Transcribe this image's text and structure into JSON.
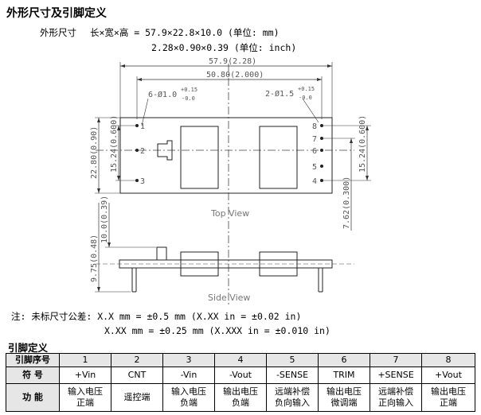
{
  "heading": "外形尺寸及引脚定义",
  "dimensions": {
    "label": "外形尺寸",
    "metric": "长×宽×高 = 57.9×22.8×10.0 (单位: mm)",
    "imperial": "2.28×0.90×0.39 (单位: inch)"
  },
  "drawing": {
    "overall_length": "57.9(2.28)",
    "pin_span": "50.80(2.000)",
    "hole_note_left": "6-Ø1.0",
    "hole_tol_left_plus": "+0.15",
    "hole_tol_left_minus": "-0.0",
    "hole_note_right": "2-Ø1.5",
    "hole_tol_right_plus": "+0.15",
    "hole_tol_right_minus": "-0.0",
    "width_outer": "22.80(0.90)",
    "width_inner": "15.24(0.600)",
    "right_pitch": "15.24(0.600)",
    "right_offset": "7.62(0.300)",
    "height_total": "9.75(0.48)",
    "height_body": "10.0(0.39)",
    "pin_numbers_left": [
      "1",
      "2",
      "3"
    ],
    "pin_numbers_right": [
      "8",
      "7",
      "6",
      "5",
      "4"
    ],
    "top_view_label": "Top View",
    "side_view_label": "Side View"
  },
  "notes": {
    "line1": "注: 未标尺寸公差: X.X mm = ±0.5 mm (X.XX in = ±0.02 in)",
    "line2": "X.XX mm = ±0.25 mm (X.XXX in = ±0.010 in)"
  },
  "pin_table": {
    "title": "引脚定义",
    "row_headers": [
      "引脚序号",
      "符 号",
      "功 能"
    ],
    "pin_numbers": [
      "1",
      "2",
      "3",
      "4",
      "5",
      "6",
      "7",
      "8"
    ],
    "symbols": [
      "+Vin",
      "CNT",
      "-Vin",
      "-Vout",
      "-SENSE",
      "TRIM",
      "+SENSE",
      "+Vout"
    ],
    "functions": [
      [
        "输入电压",
        "正端"
      ],
      [
        "遥控端",
        ""
      ],
      [
        "输入电压",
        "负端"
      ],
      [
        "输出电压",
        "负端"
      ],
      [
        "远端补偿",
        "负向输入"
      ],
      [
        "输出电压",
        "微调端"
      ],
      [
        "远端补偿",
        "正向输入"
      ],
      [
        "输出电压",
        "正端"
      ]
    ]
  }
}
